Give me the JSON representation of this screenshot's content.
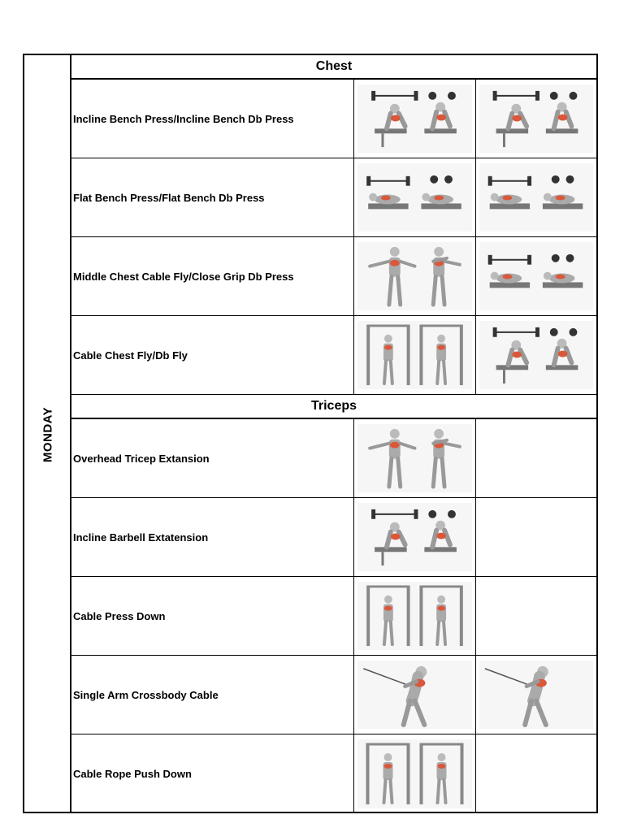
{
  "day": "MONDAY",
  "sections": [
    {
      "title": "Chest",
      "exercises": [
        {
          "name": "Incline Bench Press/Incline Bench Db Press",
          "images": [
            "barbell-incline-press-illustration",
            "dumbbell-incline-press-illustration"
          ]
        },
        {
          "name": "Flat Bench Press/Flat Bench Db Press",
          "images": [
            "barbell-flat-press-illustration",
            "dumbbell-flat-press-illustration"
          ]
        },
        {
          "name": "Middle Chest Cable Fly/Close Grip Db Press",
          "images": [
            "cable-fly-illustration",
            "close-grip-db-press-illustration"
          ]
        },
        {
          "name": "Cable Chest Fly/Db Fly",
          "images": [
            "cable-crossover-illustration",
            "dumbbell-fly-illustration"
          ]
        }
      ]
    },
    {
      "title": "Triceps",
      "exercises": [
        {
          "name": "Overhead Tricep Extansion",
          "images": [
            "overhead-extension-illustration"
          ]
        },
        {
          "name": "Incline Barbell Extatension",
          "images": [
            "incline-barbell-extension-illustration"
          ]
        },
        {
          "name": "Cable Press Down",
          "images": [
            "cable-pressdown-illustration"
          ]
        },
        {
          "name": "Single Arm Crossbody Cable",
          "images": [
            "single-arm-crossbody-illustration",
            "single-arm-crossbody-illustration-2"
          ]
        },
        {
          "name": "Cable Rope Push Down",
          "images": [
            "rope-pushdown-illustration"
          ]
        }
      ]
    }
  ]
}
